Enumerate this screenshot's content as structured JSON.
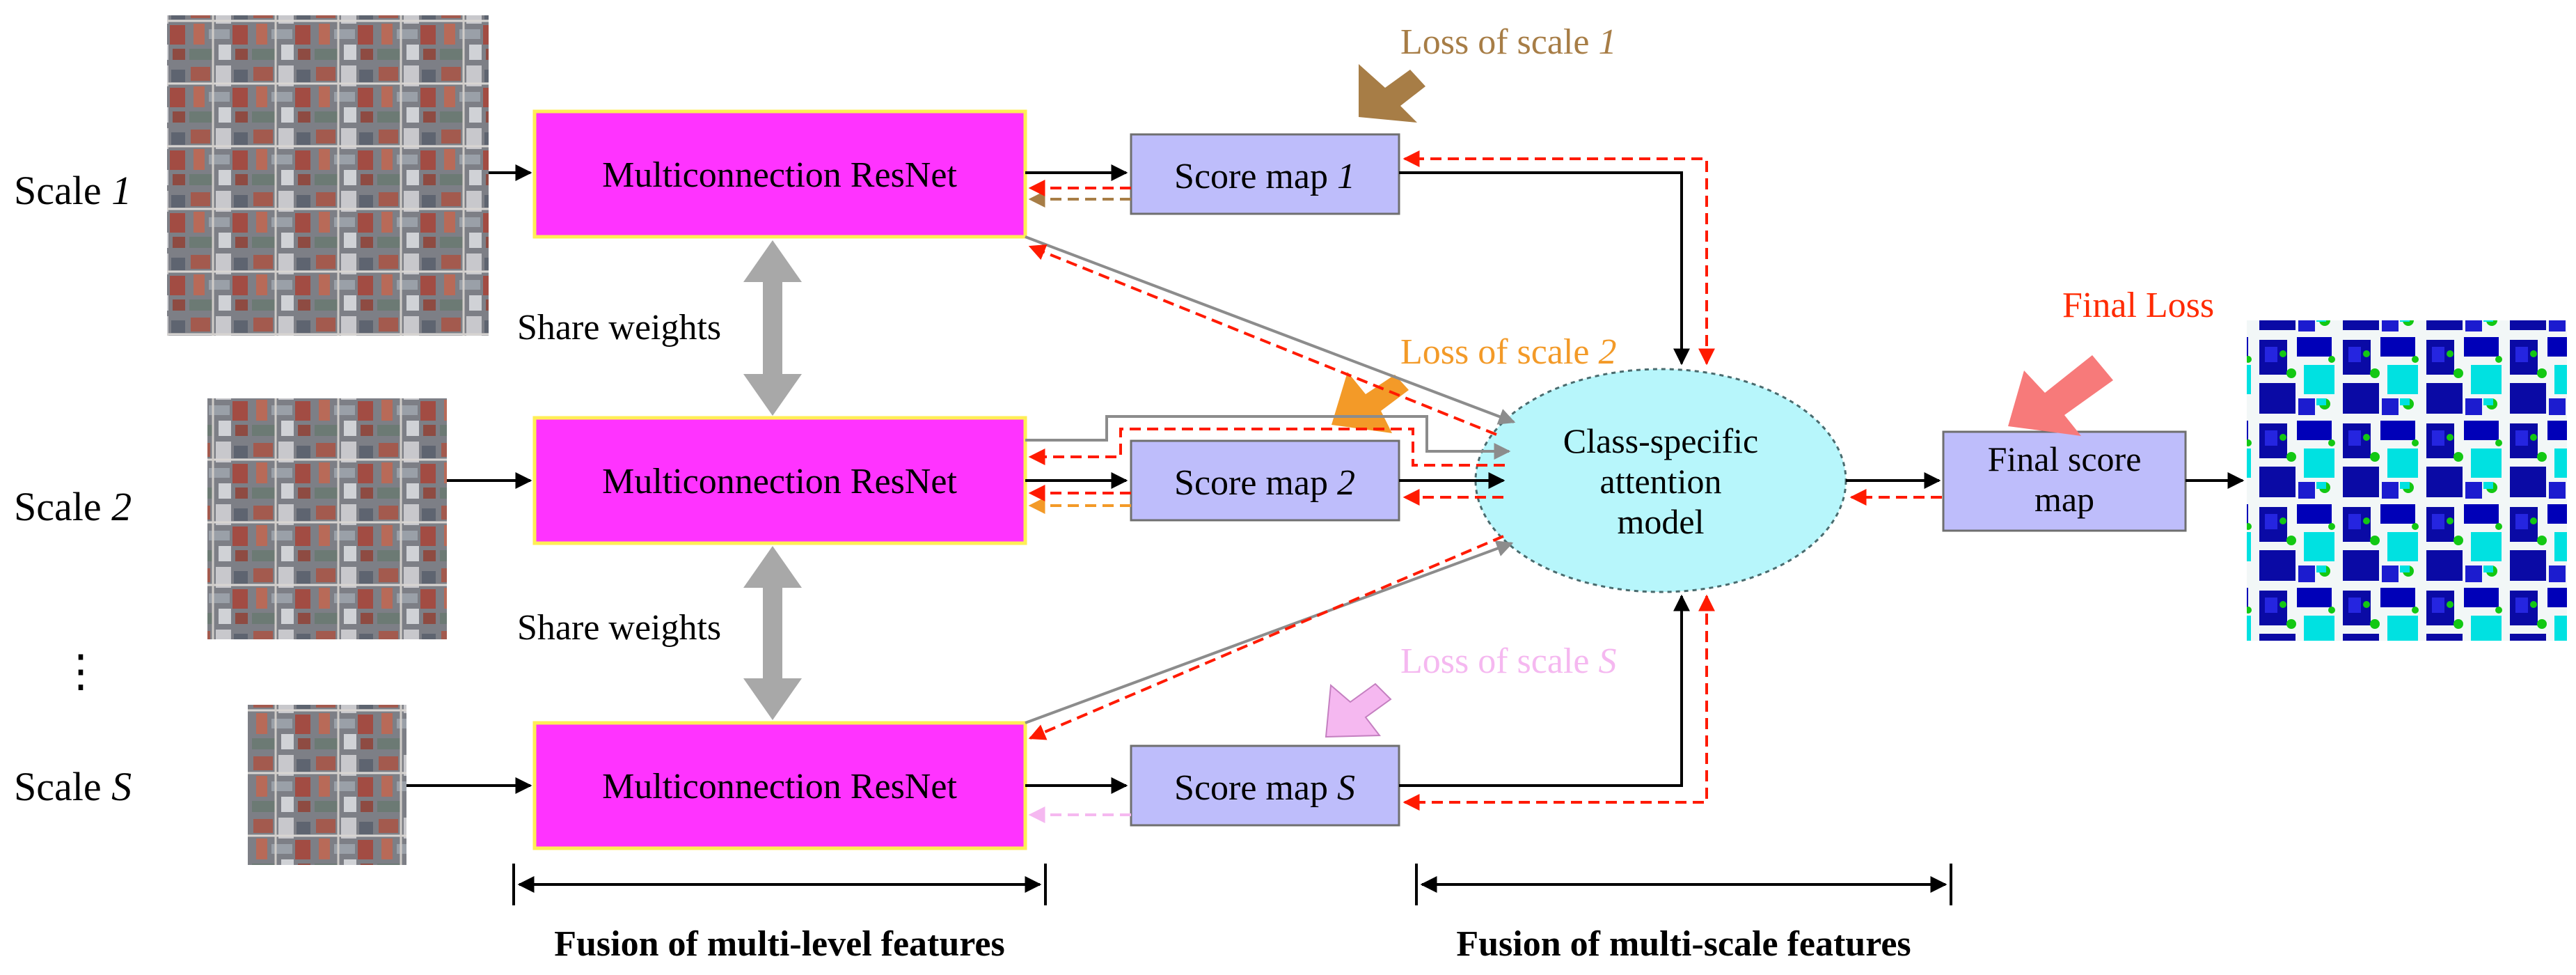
{
  "scales": [
    {
      "prefix": "Scale ",
      "var": "1"
    },
    {
      "prefix": "Scale ",
      "var": "2"
    },
    {
      "prefix": "Scale ",
      "var": "S"
    }
  ],
  "vdots": "⋮",
  "resnet_label": "Multiconnection ResNet",
  "share_weights": "Share weights",
  "score_maps": [
    {
      "prefix": "Score map ",
      "var": "1"
    },
    {
      "prefix": "Score map ",
      "var": "2"
    },
    {
      "prefix": "Score map ",
      "var": "S"
    }
  ],
  "losses": [
    {
      "prefix": "Loss of scale ",
      "var": "1",
      "color": "#a77d46"
    },
    {
      "prefix": "Loss of scale ",
      "var": "2",
      "color": "#f39a28"
    },
    {
      "prefix": "Loss of scale ",
      "var": "S",
      "color": "#f5b8f0"
    }
  ],
  "attention": [
    "Class-specific",
    "attention",
    "model"
  ],
  "final_score": [
    "Final score",
    "map"
  ],
  "final_loss": {
    "text": "Final Loss",
    "color": "#ff2a00"
  },
  "bottom_labels": {
    "left": "Fusion of multi-level features",
    "right": "Fusion of multi-scale features"
  },
  "colors": {
    "resnet_fill": "#ff33ff",
    "resnet_border": "#ffee55",
    "score_fill": "#bebdfb",
    "attention_fill": "#b7f6fb",
    "forward_arrow": "#000000",
    "backprop_arrow": "#ff1a00",
    "skip_arrow": "#8c8c8c",
    "share_arrow": "#a8a8a8",
    "final_loss_arrow": "#f77a7a"
  }
}
